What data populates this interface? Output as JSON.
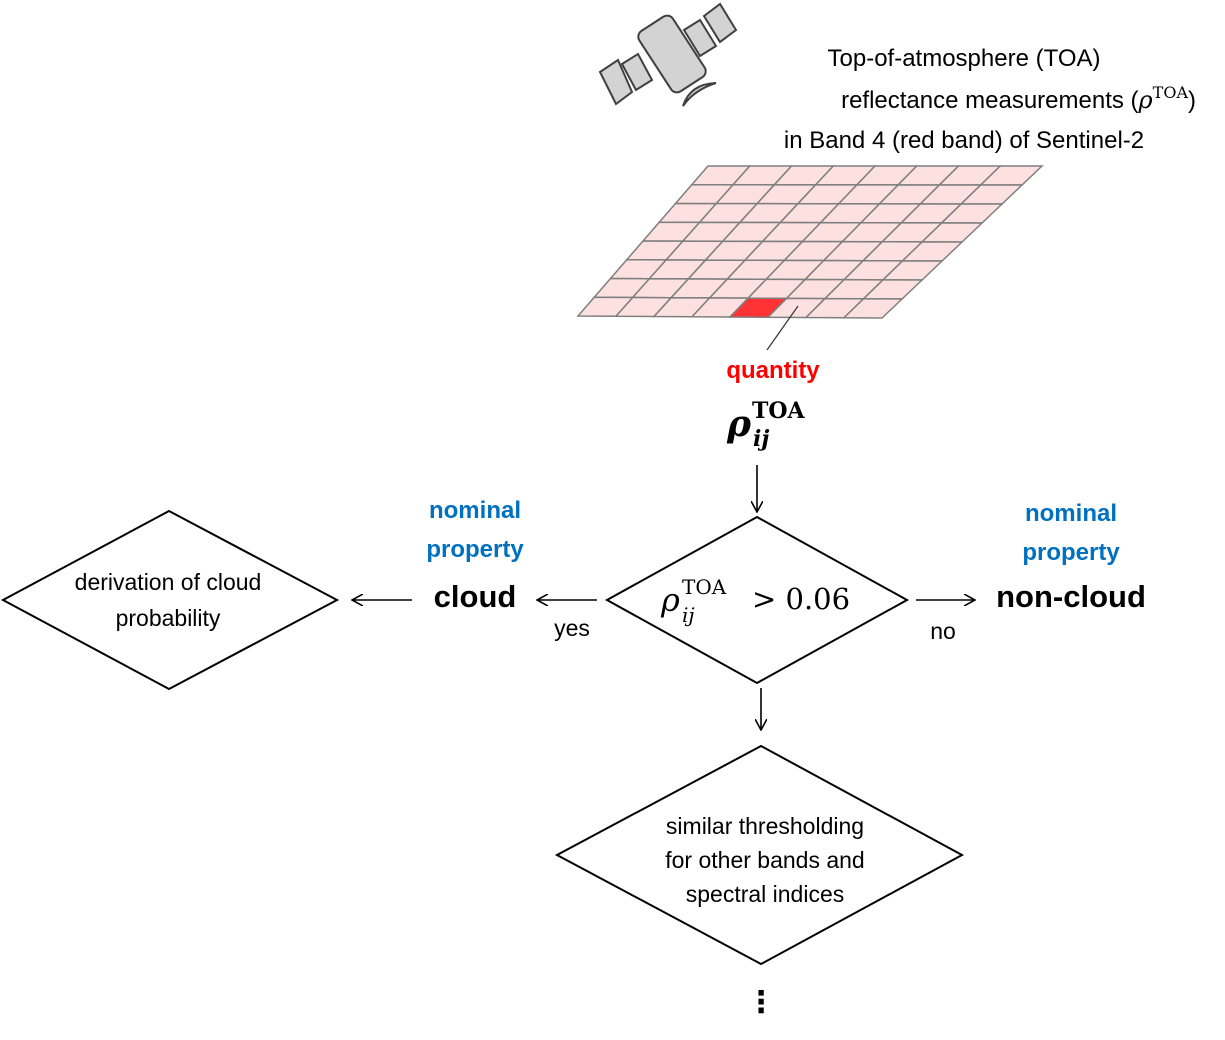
{
  "header": {
    "title_lines": [
      "Top-of-atmosphere  (TOA)",
      "reflectance measurements  (",
      "in Band 4 (red band) of Sentinel-2"
    ],
    "rho_symbol": "ρ",
    "toa_superscript": "TOA",
    "close_paren": ")"
  },
  "grid": {
    "rows": 8,
    "cols": 8,
    "highlight_row": 7,
    "highlight_col": 4,
    "cell_color": "#fde0e0",
    "line_color": "#7f7f7f",
    "highlight_color": "#ff3333"
  },
  "quantity": {
    "label": "quantity",
    "color": "#ff0000",
    "symbol": "ρ",
    "subscript": "ij",
    "superscript": "TOA"
  },
  "decision": {
    "symbol": "ρ",
    "subscript": "ij",
    "superscript": "TOA",
    "operator": "> 0.06"
  },
  "left_branch": {
    "property_line1": "nominal",
    "property_line2": "property",
    "result": "cloud",
    "edge_label": "yes",
    "next_step_line1": "derivation of cloud",
    "next_step_line2": "probability"
  },
  "right_branch": {
    "property_line1": "nominal",
    "property_line2": "property",
    "result": "non-cloud",
    "edge_label": "no"
  },
  "bottom": {
    "line1": "similar thresholding",
    "line2": "for other bands and",
    "line3": "spectral indices",
    "continuation": "⋮"
  },
  "colors": {
    "property_blue": "#0070c0",
    "satellite_fill": "#d3d3d3",
    "satellite_stroke": "#404040"
  }
}
